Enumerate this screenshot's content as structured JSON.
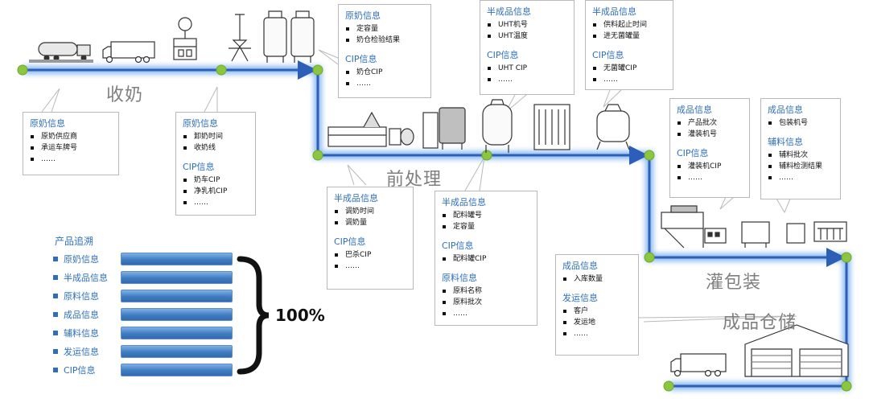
{
  "stages": {
    "milk_collection": "收奶",
    "pretreatment": "前处理",
    "filling_packaging": "灌包装",
    "storage": "成品仓储"
  },
  "boxes": [
    {
      "id": "raw-milk-source",
      "sections": [
        {
          "heading": "原奶信息",
          "items": [
            "原奶供应商",
            "承运车牌号",
            "……"
          ]
        }
      ]
    },
    {
      "id": "raw-milk-receive",
      "sections": [
        {
          "heading": "原奶信息",
          "items": [
            "卸奶时间",
            "收奶线"
          ]
        },
        {
          "heading": "CIP信息",
          "items": [
            "奶车CIP",
            "净乳机CIP",
            "……"
          ]
        }
      ]
    },
    {
      "id": "raw-milk-tank",
      "sections": [
        {
          "heading": "原奶信息",
          "items": [
            "定容量",
            "奶仓检验结果"
          ]
        },
        {
          "heading": "CIP信息",
          "items": [
            "奶仓CIP",
            "……"
          ]
        }
      ]
    },
    {
      "id": "uht",
      "sections": [
        {
          "heading": "半成品信息",
          "items": [
            "UHT机号",
            "UHT温度"
          ]
        },
        {
          "heading": "CIP信息",
          "items": [
            "UHT CIP",
            "……"
          ]
        }
      ]
    },
    {
      "id": "aseptic-tank",
      "sections": [
        {
          "heading": "半成品信息",
          "items": [
            "供料起止时间",
            "进无菌罐量"
          ]
        },
        {
          "heading": "CIP信息",
          "items": [
            "无菌罐CIP",
            "……"
          ]
        }
      ]
    },
    {
      "id": "pasteurize",
      "sections": [
        {
          "heading": "半成品信息",
          "items": [
            "调奶时间",
            "调奶量"
          ]
        },
        {
          "heading": "CIP信息",
          "items": [
            "巴杀CIP",
            "……"
          ]
        }
      ]
    },
    {
      "id": "mixing-tank",
      "sections": [
        {
          "heading": "半成品信息",
          "items": [
            "配料罐号",
            "定容量"
          ]
        },
        {
          "heading": "CIP信息",
          "items": [
            "配料罐CIP"
          ]
        },
        {
          "heading": "原料信息",
          "items": [
            "原料名称",
            "原料批次",
            "……"
          ]
        }
      ]
    },
    {
      "id": "filling",
      "sections": [
        {
          "heading": "成品信息",
          "items": [
            "产品批次",
            "灌装机号"
          ]
        },
        {
          "heading": "CIP信息",
          "items": [
            "灌装机CIP",
            "……"
          ]
        }
      ]
    },
    {
      "id": "packaging",
      "sections": [
        {
          "heading": "成品信息",
          "items": [
            "包装机号"
          ]
        },
        {
          "heading": "辅料信息",
          "items": [
            "辅料批次",
            "辅料检测结果",
            "……"
          ]
        }
      ]
    },
    {
      "id": "warehouse",
      "sections": [
        {
          "heading": "成品信息",
          "items": [
            "入库数量"
          ]
        },
        {
          "heading": "发运信息",
          "items": [
            "客户",
            "发运地",
            "……"
          ]
        }
      ]
    }
  ],
  "traceability": {
    "title": "产品追溯",
    "rows": [
      "原奶信息",
      "半成品信息",
      "原料信息",
      "成品信息",
      "辅料信息",
      "发运信息",
      "CIP信息"
    ],
    "result": "100%"
  },
  "colors": {
    "flow_line": "#2d5fb8",
    "flow_glow": "#7fb2f0",
    "node": "#8cc63f",
    "heading": "#2f6fba",
    "stage_label": "#7f7f7f",
    "bar": "#3f7cc2"
  },
  "icons": [
    "tanker-truck-icon",
    "truck-icon",
    "milk-reception-icon",
    "pump-icon",
    "silo-tank-icon",
    "pasteurizer-icon",
    "mixing-tank-icon",
    "process-tank-icon",
    "uht-unit-icon",
    "aseptic-tank-icon",
    "filling-machine-icon",
    "packaging-machine-icon",
    "warehouse-icon",
    "delivery-truck-icon"
  ]
}
